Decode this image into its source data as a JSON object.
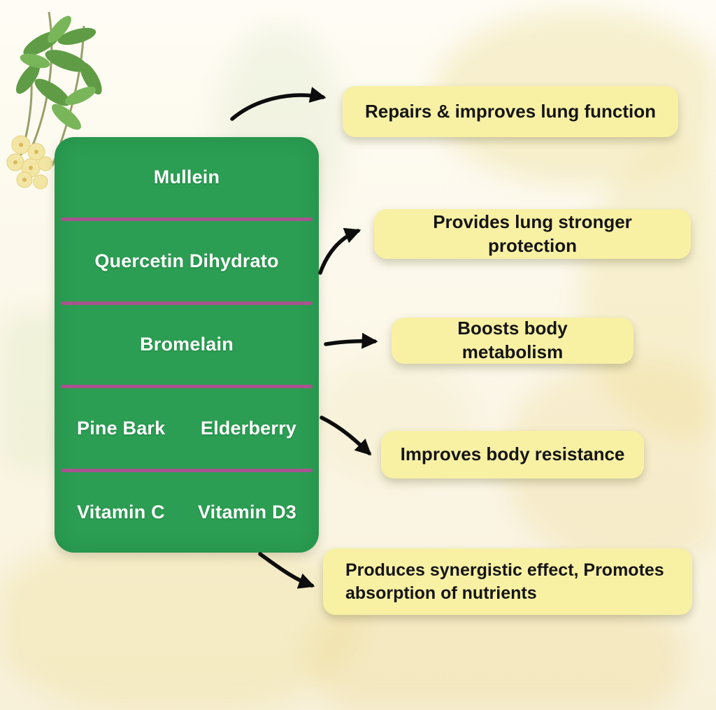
{
  "ingredients": [
    {
      "name": "Mullein"
    },
    {
      "name": "Quercetin Dihydrato"
    },
    {
      "name": "Bromelain"
    },
    {
      "name_left": "Pine Bark",
      "name_right": "Elderberry"
    },
    {
      "name_left": "Vitamin C",
      "name_right": "Vitamin D3"
    }
  ],
  "benefits": [
    {
      "text": "Repairs & improves lung function"
    },
    {
      "text": "Provides lung stronger protection"
    },
    {
      "text": "Boosts body metabolism"
    },
    {
      "text": "Improves body resistance"
    },
    {
      "text": "Produces synergistic effect, Promotes absorption of nutrients"
    }
  ],
  "colors": {
    "panel_green": "#2b9e53",
    "divider_pink": "#a8538f",
    "benefit_yellow": "#f8f1a4",
    "arrow_black": "#0d0d0d",
    "background_cream": "#fbf6e6",
    "ingredient_text": "#ffffff",
    "benefit_text": "#151515"
  }
}
